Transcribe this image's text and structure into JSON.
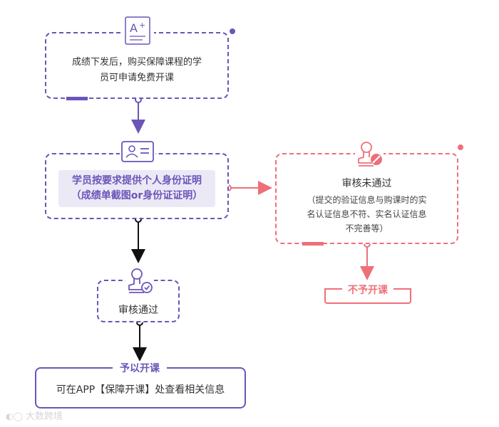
{
  "steps": {
    "condition": {
      "text_line1": "成绩下发后，购买保障课程的学",
      "text_line2": "员可申请免费开课",
      "icon": "grade-document-icon"
    },
    "submit_id": {
      "text_line1": "学员按要求提供个人身份证明",
      "text_line2": "（成绩单截图or身份证证明）",
      "icon": "id-card-icon"
    },
    "approved": {
      "text": "审核通过",
      "icon": "stamp-check-icon"
    },
    "rejected": {
      "title": "审核未通过",
      "detail_line1": "（提交的验证信息与购课时的实",
      "detail_line2": "名认证信息不符、实名认证信息",
      "detail_line3": "不完善等）",
      "icon": "stamp-forbidden-icon"
    },
    "no_class": {
      "label": "不予开课"
    },
    "final": {
      "label": "予以开课",
      "text": "可在APP【保障开课】处查看相关信息"
    }
  },
  "watermark": {
    "text": "大数跨境"
  },
  "colors": {
    "purple": "#6b55b8",
    "red": "#ef6f78",
    "text": "#333333",
    "highlight_bg": "#ece9f7"
  }
}
